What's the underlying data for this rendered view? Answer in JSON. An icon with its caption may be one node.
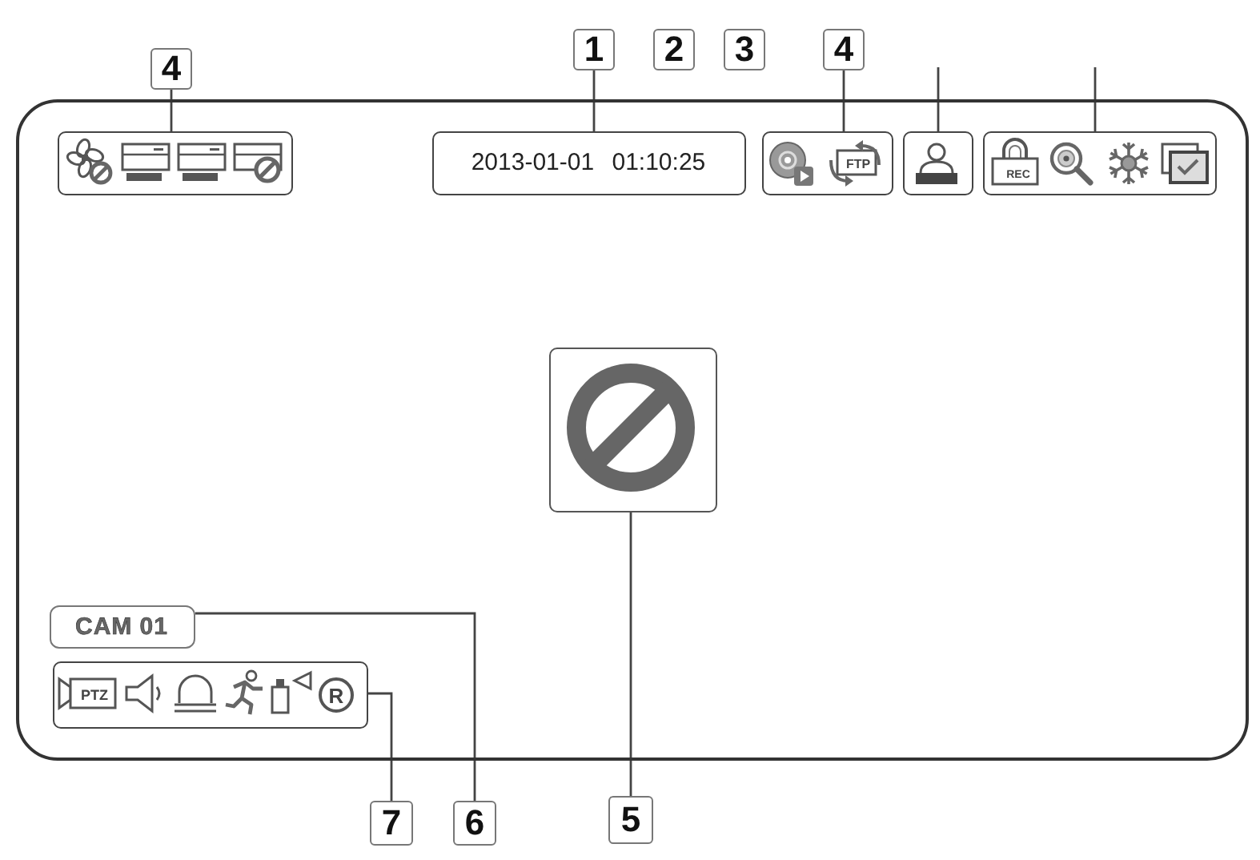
{
  "diagram": {
    "nodes": [
      {
        "text": [],
        "shape": "box"
      },
      {
        "text": [
          "4"
        ]
      },
      {
        "text": [
          "1"
        ]
      },
      {
        "text": [
          "2"
        ]
      },
      {
        "text": [
          "3"
        ]
      },
      {
        "text": [
          "4"
        ]
      },
      {
        "text": [],
        "shape": "box",
        "in": 0
      },
      {
        "text": [
          "2013-01-01 01:10:25"
        ],
        "in": 0
      },
      {
        "text": [],
        "shape": "box",
        "in": 0
      },
      {
        "text": [],
        "shape": "box",
        "in": 0
      },
      {
        "text": [],
        "shape": "box",
        "in": 0
      },
      {
        "text": [],
        "shape": "box",
        "in": 0
      },
      {
        "text": [
          "CAM 01"
        ],
        "in": 0
      },
      {
        "text": [],
        "shape": "box",
        "in": 0
      },
      {
        "text": [
          "7"
        ]
      },
      {
        "text": [
          "6"
        ]
      },
      {
        "text": [
          "5"
        ]
      }
    ],
    "edges": [
      {
        "from": 1,
        "to": 6,
        "arrow": "none"
      },
      {
        "from": 2,
        "to": 7,
        "arrow": "none"
      },
      {
        "from": 5,
        "to": 8,
        "arrow": "none"
      },
      {
        "from": null,
        "to": 9,
        "arrow": "none"
      },
      {
        "from": null,
        "to": 10,
        "arrow": "none"
      },
      {
        "from": 16,
        "to": 11,
        "arrow": "none"
      },
      {
        "from": 15,
        "to": 12,
        "arrow": "none"
      },
      {
        "from": 14,
        "to": 13,
        "arrow": "none"
      }
    ],
    "labels": [
      "FTP",
      "REC",
      "PTZ",
      "R"
    ]
  }
}
